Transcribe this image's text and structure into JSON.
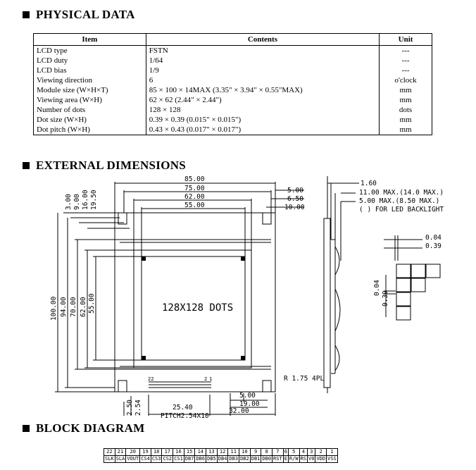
{
  "physical": {
    "title": "PHYSICAL DATA",
    "headers": [
      "Item",
      "Contents",
      "Unit"
    ],
    "rows": [
      [
        "LCD type",
        "FSTN",
        "---"
      ],
      [
        "LCD duty",
        "1/64",
        "---"
      ],
      [
        "LCD bias",
        "1/9",
        "---"
      ],
      [
        "Viewing direction",
        "6",
        "o'clock"
      ],
      [
        "Module size (W×H×T)",
        "85 × 100 × 14MAX (3.35\" × 3.94\" × 0.55\"MAX)",
        "mm"
      ],
      [
        "Viewing area (W×H)",
        "62 × 62 (2.44\" × 2.44\")",
        "mm"
      ],
      [
        "Number of dots",
        "128 × 128",
        "dots"
      ],
      [
        "Dot size (W×H)",
        "0.39 × 0.39 (0.015\" × 0.015\")",
        "mm"
      ],
      [
        "Dot pitch (W×H)",
        "0.43 × 0.43 (0.017\" × 0.017\")",
        "mm"
      ]
    ]
  },
  "external": {
    "title": "EXTERNAL DIMENSIONS",
    "top_dims": [
      "85.00",
      "75.00",
      "62.00",
      "55.00"
    ],
    "right_top_dims": [
      "5.00",
      "6.50",
      "10.00"
    ],
    "left_small_dims": [
      "3.00",
      "9.00",
      "16.00",
      "19.50"
    ],
    "left_big_dims": [
      "100.00",
      "94.00",
      "70.00",
      "62.00",
      "55.00"
    ],
    "center_label": "128X128 DOTS",
    "side_dims": [
      "1.60",
      "11.00 MAX.(14.0 MAX.)",
      "5.00 MAX.(8.50 MAX.)",
      "( ) FOR LED BACKLIGHT"
    ],
    "dot_dims": [
      "0.04",
      "0.39"
    ],
    "dot_dims_v": [
      "0.04",
      "0.39"
    ],
    "radius_note": "R 1.75 4PL",
    "pin_labels_top": [
      "22",
      "2",
      "1"
    ],
    "bottom_dims": [
      "5.00",
      "19.00",
      "32.00",
      "25.40",
      "PITCH2.54X10",
      "2.50",
      "2.54"
    ]
  },
  "block": {
    "title": "BLOCK DIAGRAM",
    "nums": [
      "22",
      "21",
      "20",
      "19",
      "18",
      "17",
      "16",
      "15",
      "14",
      "13",
      "12",
      "11",
      "10",
      "9",
      "8",
      "7",
      "6",
      "5",
      "4",
      "3",
      "2",
      "1"
    ],
    "names": [
      "SLK",
      "SLA",
      "VOUT",
      "CS4",
      "CS3",
      "CS2",
      "CS1",
      "DB7",
      "DB6",
      "DB5",
      "DB4",
      "DB3",
      "DB2",
      "DB1",
      "DB0",
      "RST",
      "E",
      "R/W",
      "RS",
      "V0",
      "VDD",
      "VSS"
    ]
  }
}
